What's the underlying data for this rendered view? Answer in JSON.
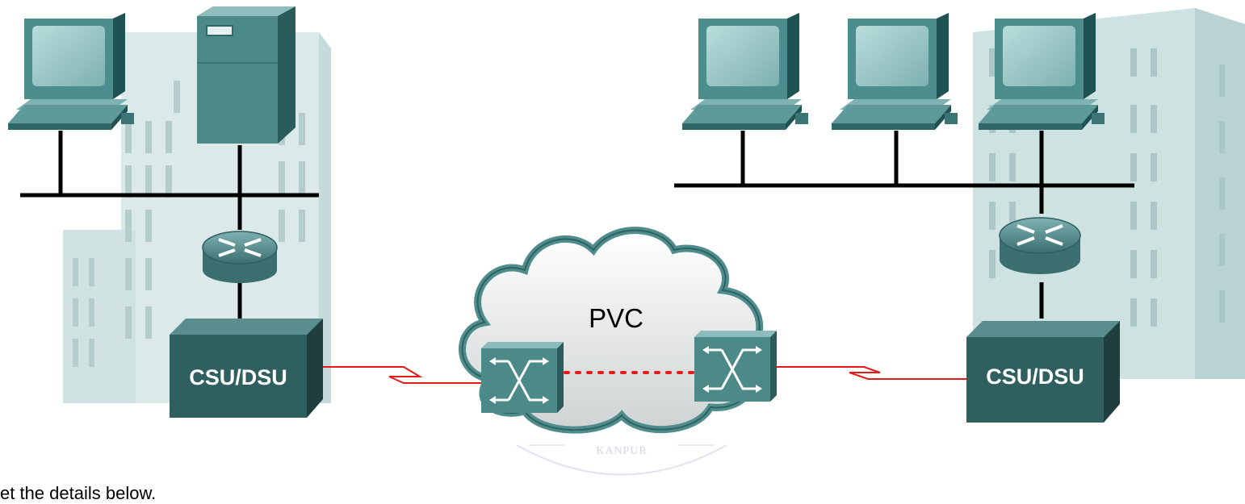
{
  "diagram": {
    "left_site": {
      "csu_dsu_label": "CSU/DSU"
    },
    "right_site": {
      "csu_dsu_label": "CSU/DSU"
    },
    "cloud": {
      "label": "PVC"
    },
    "watermark": {
      "text": "KANPUR"
    },
    "bottom_text": "et the details below."
  },
  "colors": {
    "device_teal": "#4f8c8c",
    "device_dark": "#2f5f5f",
    "wan_link": "#e31b1b",
    "building": "#c9dede"
  }
}
